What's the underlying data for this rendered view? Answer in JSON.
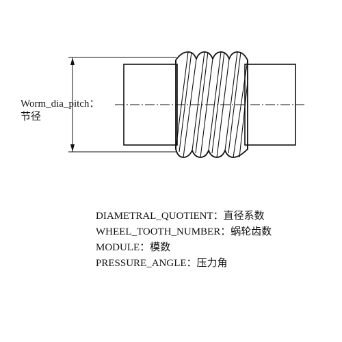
{
  "dimension": {
    "label_en": "Worm_dia_pitch：",
    "label_zh": "节径"
  },
  "legend": [
    {
      "text": "DIAMETRAL_QUOTIENT：直径系数"
    },
    {
      "text": "WHEEL_TOOTH_NUMBER：蜗轮齿数"
    },
    {
      "text": "MODULE：模数"
    },
    {
      "text": "PRESSURE_ANGLE：压力角"
    }
  ]
}
